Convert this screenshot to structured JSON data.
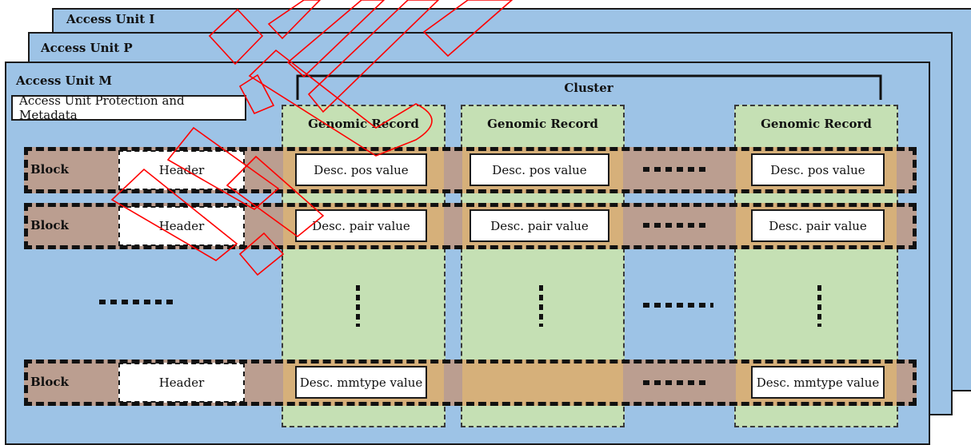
{
  "access_units": {
    "back": "Access Unit I",
    "middle": "Access Unit P",
    "front": "Access Unit M"
  },
  "protection_metadata": "Access Unit Protection and Metadata",
  "cluster_label": "Cluster",
  "genomic_record_label": "Genomic Record",
  "rows": [
    {
      "block": "Block",
      "header": "Header",
      "value": "Desc. pos value"
    },
    {
      "block": "Block",
      "header": "Header",
      "value": "Desc. pair value"
    },
    {
      "block": "Block",
      "header": "Header",
      "value": "Desc. mmtype value"
    }
  ],
  "colors": {
    "access_unit_fill": "#9dc3e6",
    "genomic_record_fill": "#c5e0b4",
    "block_fill": "#bb9e90",
    "record_cell_fill": "#d6b07a",
    "watermark_stroke": "#ff0000"
  }
}
